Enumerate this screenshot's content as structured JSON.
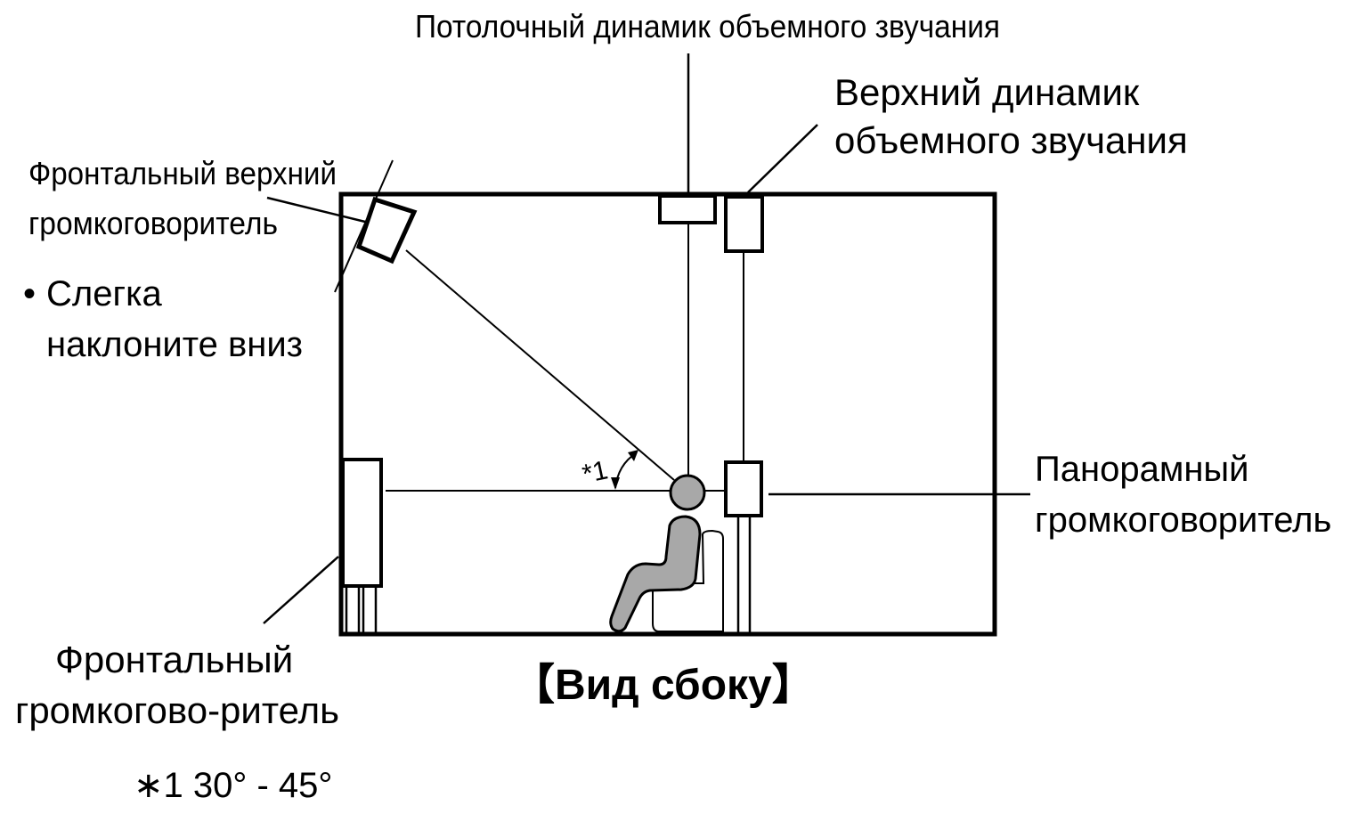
{
  "labels": {
    "ceiling_surround": "Потолочный динамик объемного звучания",
    "top_surround_line1": "Верхний динамик",
    "top_surround_line2": "объемного звучания",
    "front_top_line1": "Фронтальный верхний",
    "front_top_line2": "громкоговоритель",
    "tilt_bullet": "•",
    "tilt_line1": "Слегка",
    "tilt_line2": "наклоните вниз",
    "surround_line1": "Панорамный",
    "surround_line2": "громкоговоритель",
    "front_line1": "Фронтальный",
    "front_line2": "громкогово-ритель",
    "view_title": "【Вид сбоку】",
    "angle_mark": "*1",
    "footnote": "∗1 30° - 45°"
  },
  "colors": {
    "line": "#000000",
    "person": "#a8a8a8"
  }
}
